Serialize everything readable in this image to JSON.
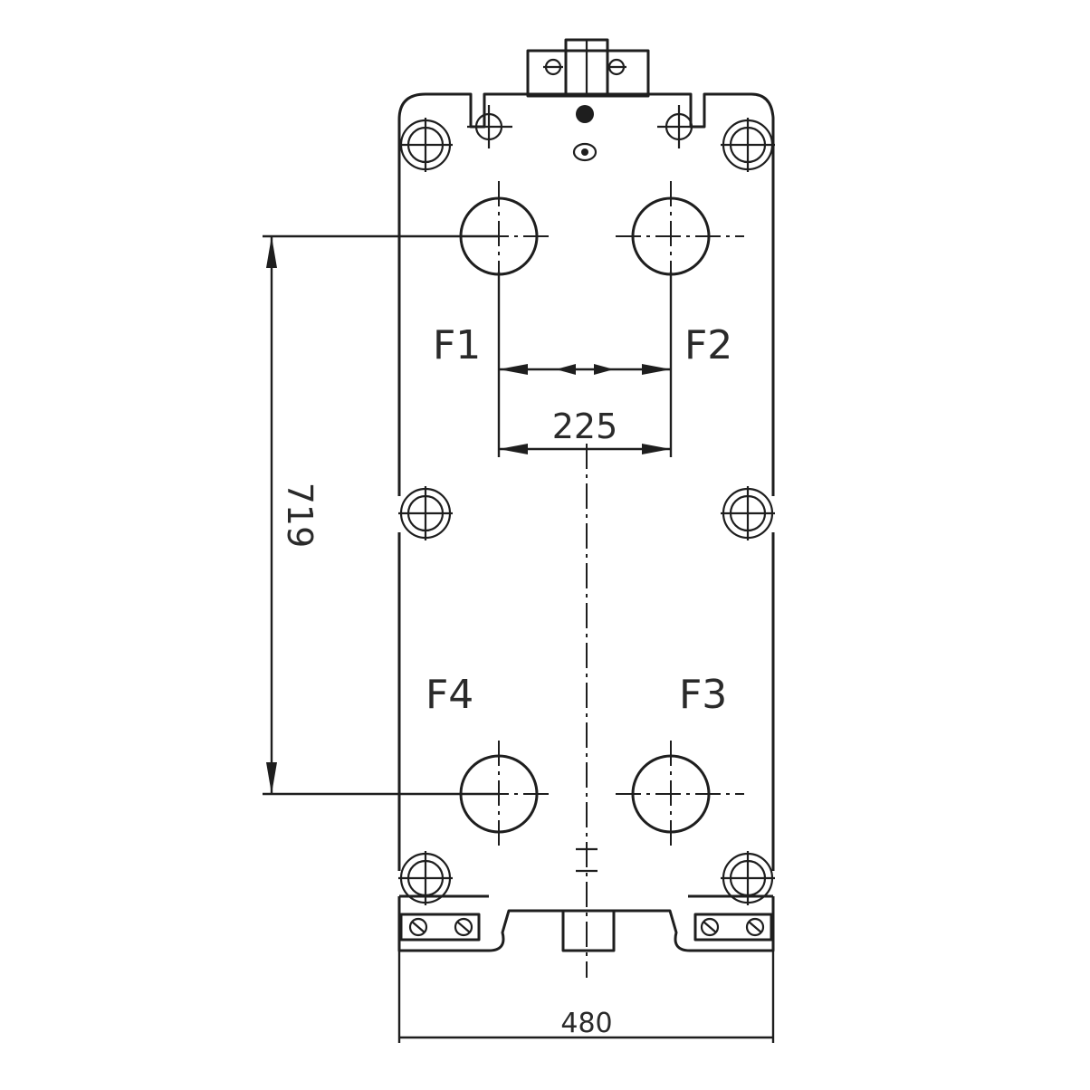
{
  "ports": {
    "f1": "F1",
    "f2": "F2",
    "f3": "F3",
    "f4": "F4"
  },
  "dimensions": {
    "horizontal_port_spacing": "225",
    "vertical_port_spacing": "719",
    "overall_width": "480"
  }
}
